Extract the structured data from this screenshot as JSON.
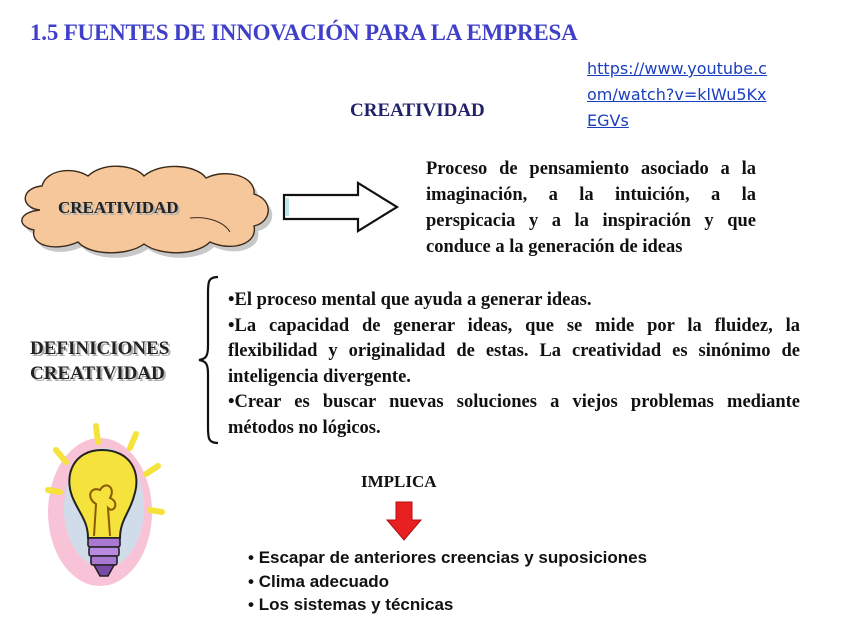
{
  "title": "1.5 FUENTES DE INNOVACIÓN PARA LA EMPRESA",
  "video_link": "https://www.youtube.com/watch?v=klWu5KxEGVs",
  "creatividad_heading": "CREATIVIDAD",
  "cloud_label": "CREATIVIDAD",
  "definition_text": "Proceso de pensamiento asociado a la imaginación, a la intuición, a la perspicacia y a la inspiración y que conduce a la generación de ideas",
  "definiciones_label": {
    "line1": "DEFINICIONES",
    "line2": "CREATIVIDAD"
  },
  "definitions": [
    "•El proceso mental que ayuda a generar ideas.",
    "•La capacidad de generar ideas, que se mide por la fluidez, la flexibilidad y originalidad de estas. La creatividad es sinónimo de inteligencia divergente.",
    "•Crear es buscar nuevas soluciones a viejos problemas mediante métodos no lógicos."
  ],
  "implica_label": "IMPLICA",
  "implies": [
    "Escapar de anteriores creencias y suposiciones",
    "Clima adecuado",
    "Los sistemas y técnicas"
  ],
  "colors": {
    "title": "#3f3fc8",
    "link": "#1a3fc0",
    "cloud_fill": "#f6c79a",
    "down_arrow": "#e82020",
    "bulb_yellow": "#f5e23c"
  },
  "icons": [
    "cloud-shape",
    "right-arrow-icon",
    "brace-icon",
    "lightbulb-icon",
    "down-arrow-icon"
  ]
}
